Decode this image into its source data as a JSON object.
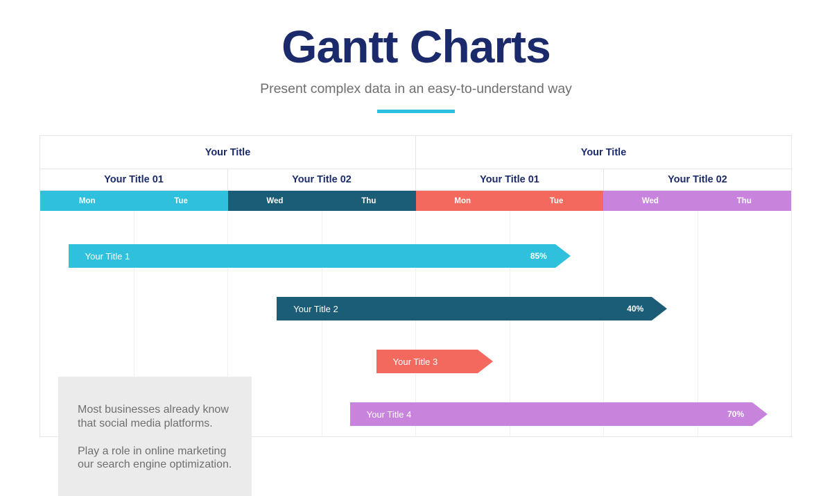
{
  "header": {
    "title": "Gantt Charts",
    "subtitle": "Present complex data in an easy-to-understand way",
    "accent_color": "#2ec0dc"
  },
  "colors": {
    "cyan": "#2ec0dc",
    "dark_teal": "#1b5c77",
    "coral": "#f4695e",
    "purple": "#c884dd",
    "title_navy": "#1b2a6b",
    "body_gray": "#6d6f71",
    "note_bg": "#ebebeb",
    "grid_line": "#efefef",
    "table_border": "#e6e6e6"
  },
  "table": {
    "groups": [
      {
        "label": "Your Title"
      },
      {
        "label": "Your Title"
      }
    ],
    "subgroups": [
      {
        "label": "Your Title 01"
      },
      {
        "label": "Your Title 02"
      },
      {
        "label": "Your Title 01"
      },
      {
        "label": "Your Title 02"
      }
    ],
    "days": [
      {
        "label": "Mon",
        "color": "#2ec0dc"
      },
      {
        "label": "Tue",
        "color": "#2ec0dc"
      },
      {
        "label": "Wed",
        "color": "#1b5c77"
      },
      {
        "label": "Thu",
        "color": "#1b5c77"
      },
      {
        "label": "Mon",
        "color": "#f4695e"
      },
      {
        "label": "Tue",
        "color": "#f4695e"
      },
      {
        "label": "Wed",
        "color": "#c884dd"
      },
      {
        "label": "Thu",
        "color": "#c884dd"
      }
    ]
  },
  "note": {
    "paragraph_1": "Most businesses already know that social media platforms.",
    "paragraph_2": "Play a role in online marketing our search engine optimization."
  },
  "chart_data": {
    "type": "bar",
    "title": "Gantt Charts",
    "subtitle": "Present complex data in an easy-to-understand way",
    "xlabel": "",
    "ylabel": "",
    "categories": [
      "Your Title 1",
      "Your Title 2",
      "Your Title 3",
      "Your Title 4"
    ],
    "x_tick_labels": [
      "Mon",
      "Tue",
      "Wed",
      "Thu",
      "Mon",
      "Tue",
      "Wed",
      "Thu"
    ],
    "grid": true,
    "legend": "none",
    "tasks": [
      {
        "label": "Your Title 1",
        "percent": "85%",
        "percent_value": 85,
        "color": "#2ec0dc",
        "start_col": 0.3,
        "end_col": 5.65,
        "row": 0
      },
      {
        "label": "Your Title 2",
        "percent": "40%",
        "percent_value": 40,
        "color": "#1b5c77",
        "start_col": 2.52,
        "end_col": 6.68,
        "row": 1
      },
      {
        "label": "Your Title 3",
        "percent": "",
        "percent_value": null,
        "color": "#f4695e",
        "start_col": 3.58,
        "end_col": 4.82,
        "row": 2
      },
      {
        "label": "Your Title 4",
        "percent": "70%",
        "percent_value": 70,
        "color": "#c884dd",
        "start_col": 3.3,
        "end_col": 7.75,
        "row": 3
      }
    ]
  }
}
